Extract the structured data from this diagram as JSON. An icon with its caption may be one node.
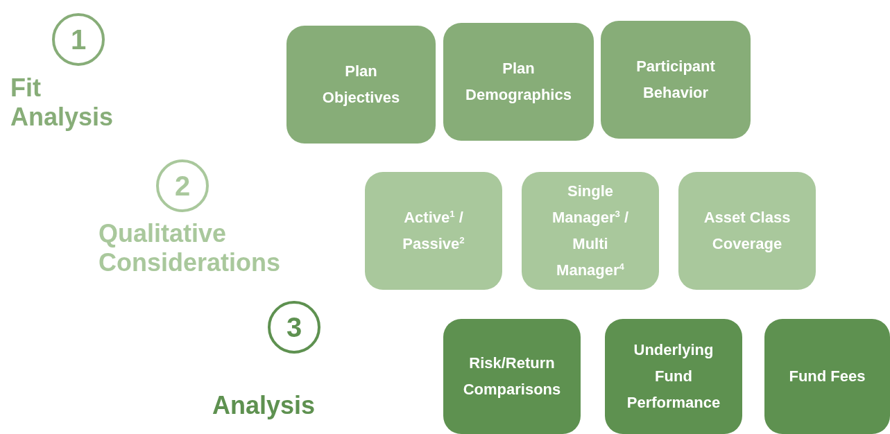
{
  "diagram": {
    "nodes": [
      {
        "text": [
          "1"
        ],
        "beside": [
          "Fit Analysis"
        ]
      },
      {
        "text": [
          "Plan Objectives"
        ]
      },
      {
        "text": [
          "Plan Demographics"
        ]
      },
      {
        "text": [
          "Participant Behavior"
        ]
      },
      {
        "text": [
          "2"
        ],
        "beside": [
          "Qualitative Considerations"
        ]
      },
      {
        "text": [
          "Active$^{1}$ / Passive$^{2}$"
        ]
      },
      {
        "text": [
          "Single Manager$^{3}$ / Multi Manager$^{4}$"
        ]
      },
      {
        "text": [
          "Asset Class Coverage"
        ]
      },
      {
        "text": [
          "3"
        ],
        "beside": [
          "Analysis"
        ]
      },
      {
        "text": [
          "Risk/Return Comparisons"
        ]
      },
      {
        "text": [
          "Underlying Fund Performance"
        ]
      },
      {
        "text": [
          "Fund Fees"
        ]
      }
    ]
  }
}
